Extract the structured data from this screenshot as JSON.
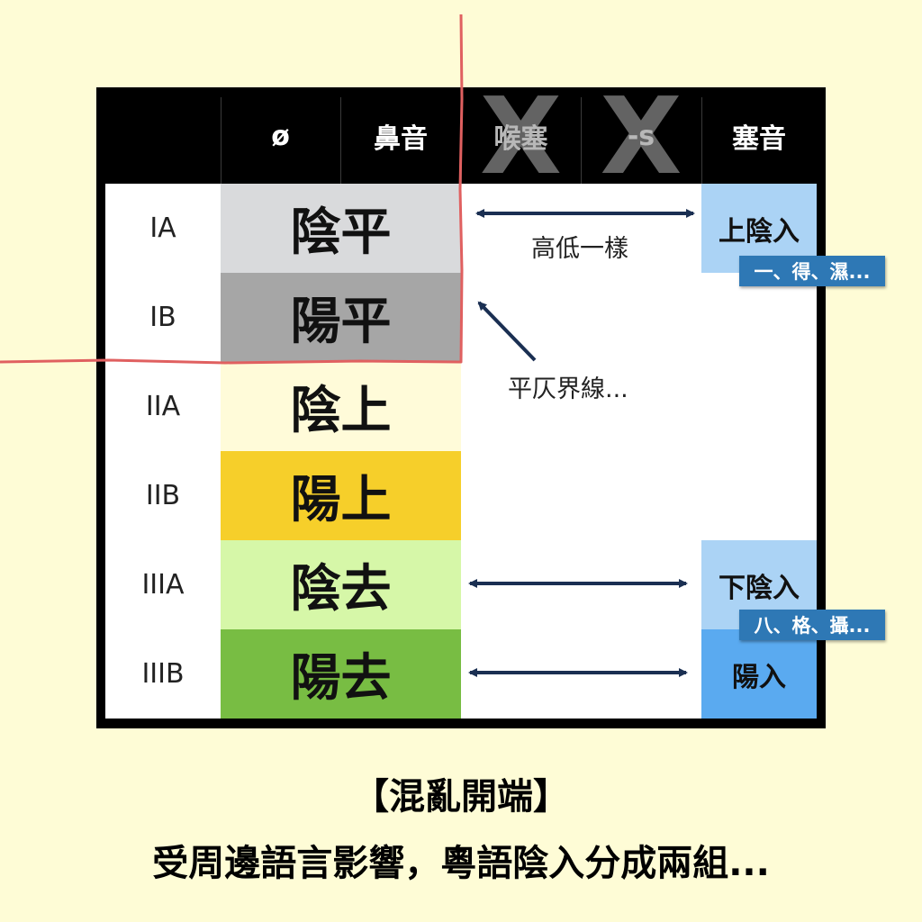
{
  "header": {
    "columns": [
      {
        "label": "ø",
        "crossed": false
      },
      {
        "label": "鼻音",
        "crossed": false
      },
      {
        "label": "喉塞",
        "crossed": true
      },
      {
        "label": "-s",
        "crossed": true
      },
      {
        "label": "塞音",
        "crossed": false
      }
    ],
    "cross_mark": "X"
  },
  "rows": [
    {
      "label": "IA",
      "tone": "陰平",
      "color": "#d9dadc"
    },
    {
      "label": "IB",
      "tone": "陽平",
      "color": "#a6a6a6"
    },
    {
      "label": "IIA",
      "tone": "陰上",
      "color": "#fffbd9"
    },
    {
      "label": "IIB",
      "tone": "陽上",
      "color": "#f6cf2a"
    },
    {
      "label": "IIIA",
      "tone": "陰去",
      "color": "#d6f7a8"
    },
    {
      "label": "IIIB",
      "tone": "陽去",
      "color": "#78bd43"
    }
  ],
  "entering_tones": {
    "upper": {
      "label": "上陰入",
      "color": "#abd3f5",
      "examples": "一、得、濕..."
    },
    "lower": {
      "label": "下陰入",
      "color": "#abd3f5",
      "examples": "八、格、攝..."
    },
    "yang": {
      "label": "陽入",
      "color": "#5aaaf0"
    }
  },
  "notes": {
    "same_height": "高低一樣",
    "ping_ze_boundary": "平仄界線..."
  },
  "caption": {
    "line1": "【混亂開端】",
    "line2": "受周邊語言影響，粵語陰入分成兩組..."
  },
  "colors": {
    "background": "#fefcd6",
    "boundary_line": "#e06060",
    "arrow": "#1a2f52"
  }
}
